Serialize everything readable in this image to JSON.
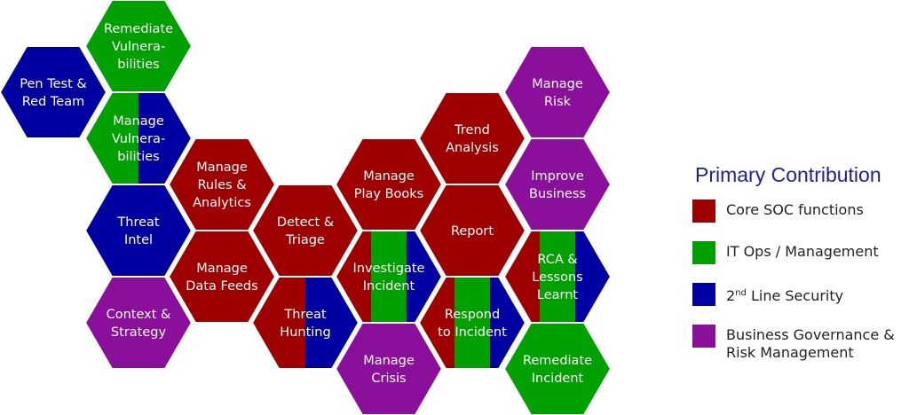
{
  "colors": {
    "core_soc": "#9e0000",
    "it_ops": "#00a000",
    "second_line": "#0000a0",
    "governance": "#8a0f9a"
  },
  "hexagons": [
    {
      "name": "remediate-vulnerabilities",
      "lines": [
        "Remediate",
        "Vulnera-",
        "bilities"
      ],
      "colors": [
        "#00a000"
      ]
    },
    {
      "name": "pen-test-red-team",
      "lines": [
        "Pen Test &",
        "Red Team"
      ],
      "colors": [
        "#0000a0"
      ]
    },
    {
      "name": "manage-vulnerabilities",
      "lines": [
        "Manage",
        "Vulnera-",
        "bilities"
      ],
      "colors": [
        "#00a000",
        "#0000a0"
      ]
    },
    {
      "name": "threat-intel",
      "lines": [
        "Threat",
        "Intel"
      ],
      "colors": [
        "#0000a0"
      ]
    },
    {
      "name": "context-strategy",
      "lines": [
        "Context &",
        "Strategy"
      ],
      "colors": [
        "#8a0f9a"
      ]
    },
    {
      "name": "manage-rules-analytics",
      "lines": [
        "Manage",
        "Rules &",
        "Analytics"
      ],
      "colors": [
        "#9e0000"
      ]
    },
    {
      "name": "manage-data-feeds",
      "lines": [
        "Manage",
        "Data Feeds"
      ],
      "colors": [
        "#9e0000"
      ]
    },
    {
      "name": "detect-triage",
      "lines": [
        "Detect &",
        "Triage"
      ],
      "colors": [
        "#9e0000"
      ]
    },
    {
      "name": "threat-hunting",
      "lines": [
        "Threat",
        "Hunting"
      ],
      "colors": [
        "#9e0000",
        "#0000a0"
      ]
    },
    {
      "name": "manage-play-books",
      "lines": [
        "Manage",
        "Play Books"
      ],
      "colors": [
        "#9e0000"
      ]
    },
    {
      "name": "investigate-incident",
      "lines": [
        "Investigate",
        "Incident"
      ],
      "colors": [
        "#9e0000",
        "#00a000",
        "#0000a0"
      ]
    },
    {
      "name": "manage-crisis",
      "lines": [
        "Manage",
        "Crisis"
      ],
      "colors": [
        "#8a0f9a"
      ]
    },
    {
      "name": "trend-analysis",
      "lines": [
        "Trend",
        "Analysis"
      ],
      "colors": [
        "#9e0000"
      ]
    },
    {
      "name": "report",
      "lines": [
        "Report"
      ],
      "colors": [
        "#9e0000"
      ]
    },
    {
      "name": "respond-to-incident",
      "lines": [
        "Respond",
        "to Incident"
      ],
      "colors": [
        "#9e0000",
        "#00a000",
        "#0000a0"
      ]
    },
    {
      "name": "manage-risk",
      "lines": [
        "Manage",
        "Risk"
      ],
      "colors": [
        "#8a0f9a"
      ]
    },
    {
      "name": "improve-business",
      "lines": [
        "Improve",
        "Business"
      ],
      "colors": [
        "#8a0f9a"
      ]
    },
    {
      "name": "rca-lessons-learnt",
      "lines": [
        "RCA &",
        "Lessons",
        "Learnt"
      ],
      "colors": [
        "#9e0000",
        "#00a000",
        "#0000a0"
      ]
    },
    {
      "name": "remediate-incident",
      "lines": [
        "Remediate",
        "Incident"
      ],
      "colors": [
        "#00a000"
      ]
    }
  ],
  "legend": {
    "title": "Primary Contribution",
    "core_soc": "Core SOC functions",
    "it_ops": "IT Ops / Management",
    "second_line_prefix": "2",
    "second_line_sup": "nd",
    "second_line_rest": " Line Security",
    "governance_line1": "Business Governance &",
    "governance_line2": "Risk Management"
  }
}
